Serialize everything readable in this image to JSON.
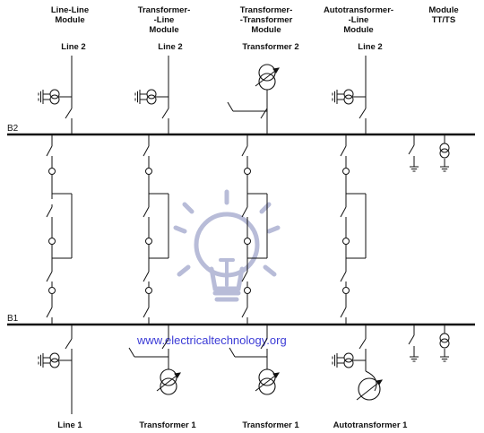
{
  "top_headers": [
    "Line-Line\nModule",
    "Transformer-\n-Line\nModule",
    "Transformer-\n-Transformer\nModule",
    "Autotransformer-\n-Line\nModule",
    "Module\nTT/TS"
  ],
  "top_feeders": [
    "Line 2",
    "Line 2",
    "Transformer 2",
    "Line 2"
  ],
  "bottom_feeders": [
    "Line 1",
    "Transformer 1",
    "Transformer 1",
    "Autotransformer 1"
  ],
  "buses": {
    "upper": "B2",
    "lower": "B1"
  },
  "watermark": "www.electricaltechnology.org",
  "colors": {
    "line": "#111111",
    "bulb": "#b8bcd8",
    "watermark": "#3b3bd6"
  }
}
